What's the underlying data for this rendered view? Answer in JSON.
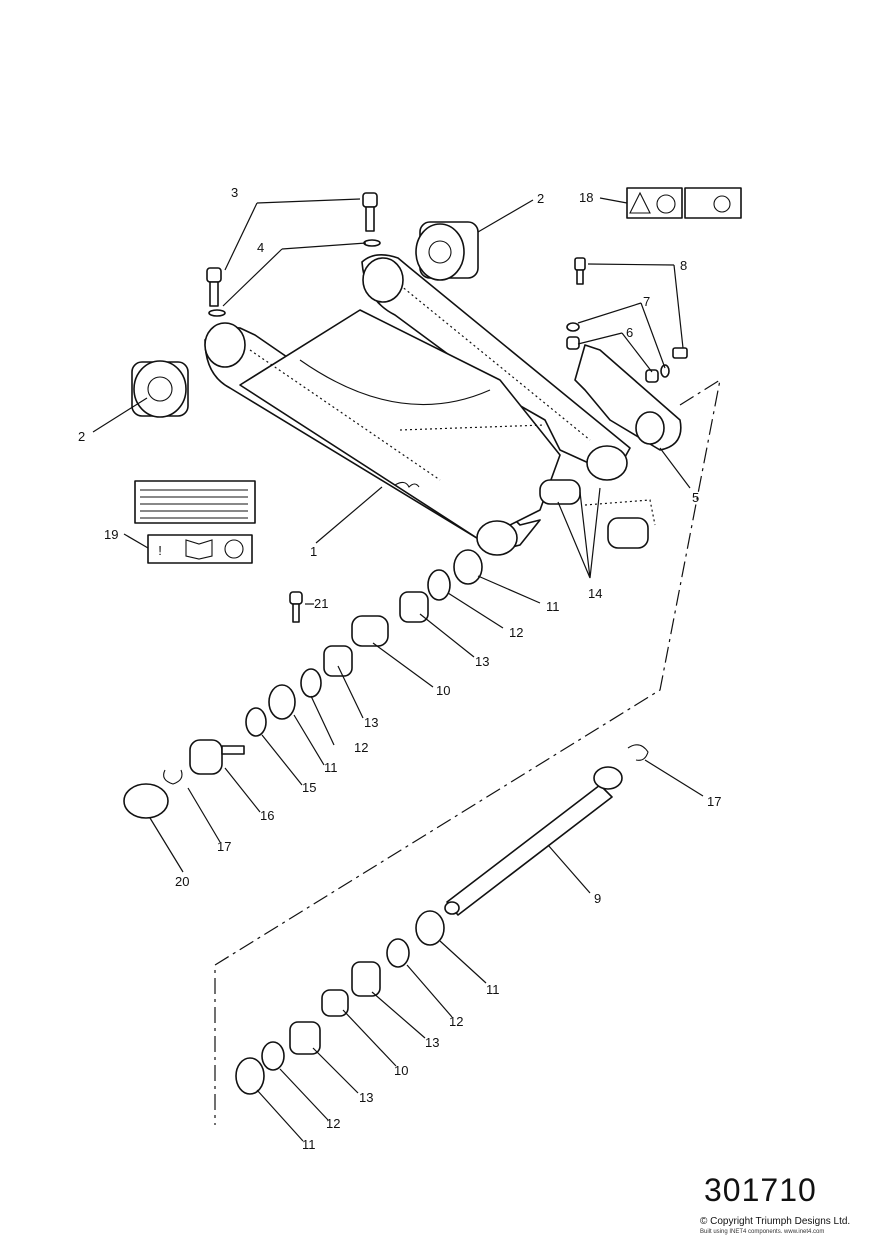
{
  "reference_number": "301710",
  "copyright": "© Copyright Triumph Designs Ltd.",
  "built_note": "Built using INET4 components. www.inet4.com",
  "callouts": [
    "1",
    "2",
    "2",
    "3",
    "4",
    "5",
    "6",
    "7",
    "8",
    "9",
    "10",
    "10",
    "11",
    "11",
    "11",
    "11",
    "12",
    "12",
    "12",
    "12",
    "13",
    "13",
    "13",
    "13",
    "14",
    "15",
    "16",
    "17",
    "17",
    "18",
    "19",
    "20",
    "21"
  ],
  "labels": {
    "l1": "1",
    "l2a": "2",
    "l2b": "2",
    "l3": "3",
    "l4": "4",
    "l5": "5",
    "l6": "6",
    "l7": "7",
    "l8": "8",
    "l9": "9",
    "l10a": "10",
    "l10b": "10",
    "l11a": "11",
    "l11b": "11",
    "l11c": "11",
    "l11d": "11",
    "l12a": "12",
    "l12b": "12",
    "l12c": "12",
    "l12d": "12",
    "l13a": "13",
    "l13b": "13",
    "l13c": "13",
    "l13d": "13",
    "l14": "14",
    "l15": "15",
    "l16": "16",
    "l17a": "17",
    "l17b": "17",
    "l18": "18",
    "l19": "19",
    "l20": "20",
    "l21": "21"
  },
  "warning_symbol": "!",
  "icons": [
    "warning-book-icon",
    "bearing-icon",
    "chain-sprocket-icon",
    "book-icon"
  ]
}
